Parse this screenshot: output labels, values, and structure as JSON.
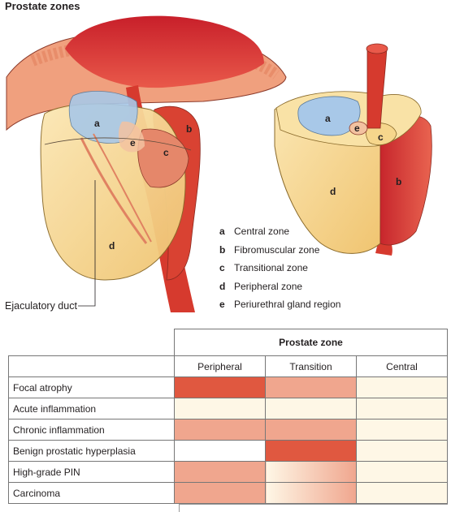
{
  "title": "Prostate zones",
  "labels": {
    "a": "a",
    "b": "b",
    "c": "c",
    "d": "d",
    "e": "e"
  },
  "legend": [
    {
      "key": "a",
      "text": "Central zone"
    },
    {
      "key": "b",
      "text": "Fibromuscular zone"
    },
    {
      "key": "c",
      "text": "Transitional zone"
    },
    {
      "key": "d",
      "text": "Peripheral zone"
    },
    {
      "key": "e",
      "text": "Periurethral gland region"
    }
  ],
  "callout": "Ejaculatory duct",
  "table": {
    "group_header": "Prostate zone",
    "columns": [
      "Peripheral",
      "Transition",
      "Central"
    ],
    "rows": [
      {
        "label": "Focal atrophy",
        "cells": [
          "#e05840",
          "#f0a68e",
          "#fef7e6"
        ]
      },
      {
        "label": "Acute inflammation",
        "cells": [
          "#fef7e6",
          "#fef7e6",
          "#fef7e6"
        ]
      },
      {
        "label": "Chronic inflammation",
        "cells": [
          "#f0a68e",
          "#f0a68e",
          "#fef7e6"
        ]
      },
      {
        "label": "Benign prostatic hyperplasia",
        "cells": [
          "#ffffff",
          "#e05840",
          "#fef7e6"
        ]
      },
      {
        "label": "High-grade PIN",
        "cells": [
          "#f0a68e",
          "gradient",
          "#fef7e6"
        ]
      },
      {
        "label": "Carcinoma",
        "cells": [
          "#f0a68e",
          "gradient",
          "#fef7e6"
        ]
      }
    ]
  },
  "colors": {
    "strong": "#e05840",
    "medium": "#f0a68e",
    "light": "#fef7e6",
    "central_zone": "#a8c8e8",
    "peripheral_zone": "#f6d68c",
    "muscle": "#d63a2e"
  }
}
